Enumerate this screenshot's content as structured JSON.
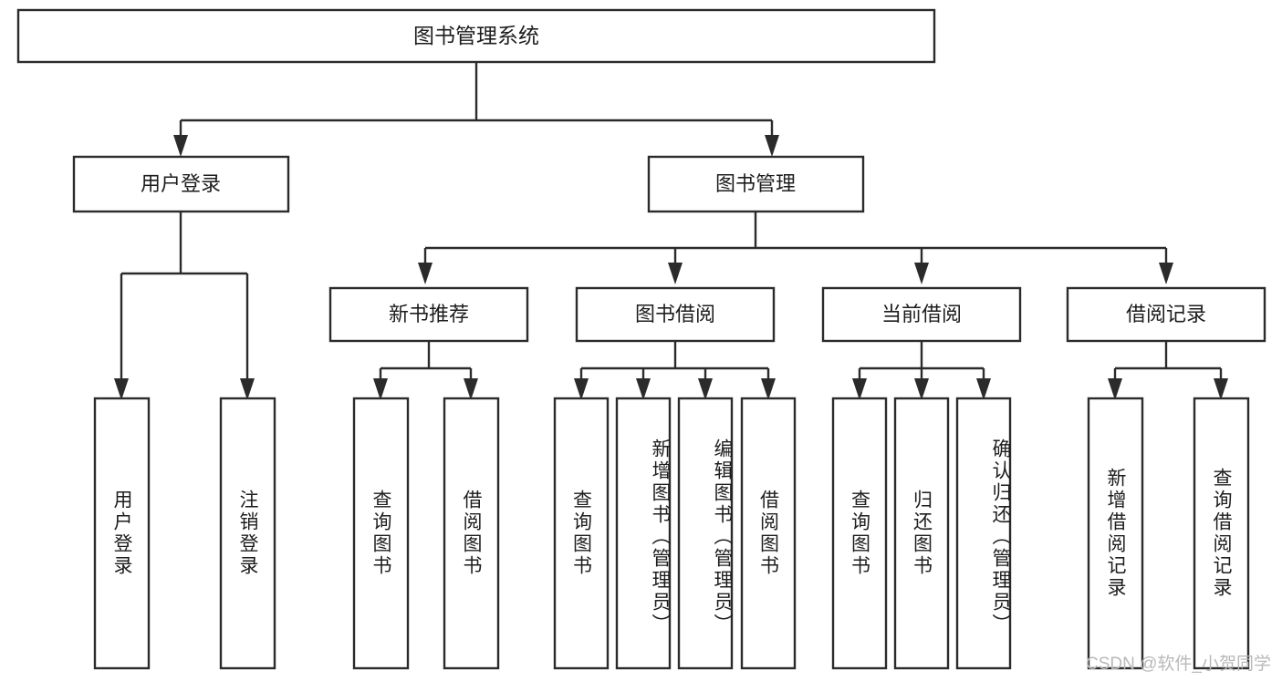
{
  "diagram": {
    "type": "tree-hierarchy",
    "orientation": "top-down",
    "root": {
      "label": "图书管理系统"
    },
    "level1": [
      {
        "label": "用户登录"
      },
      {
        "label": "图书管理"
      }
    ],
    "level2": [
      {
        "label": "新书推荐"
      },
      {
        "label": "图书借阅"
      },
      {
        "label": "当前借阅"
      },
      {
        "label": "借阅记录"
      }
    ],
    "leaves": {
      "user_login": [
        {
          "label": "用户登录"
        },
        {
          "label": "注销登录"
        }
      ],
      "new_book_recommend": [
        {
          "label": "查询图书"
        },
        {
          "label": "借阅图书"
        }
      ],
      "book_borrow": [
        {
          "label": "查询图书"
        },
        {
          "label": "新增图书（管理员）"
        },
        {
          "label": "编辑图书（管理员）"
        },
        {
          "label": "借阅图书"
        }
      ],
      "current_borrow": [
        {
          "label": "查询图书"
        },
        {
          "label": "归还图书"
        },
        {
          "label": "确认归还（管理员）"
        }
      ],
      "borrow_record": [
        {
          "label": "新增借阅记录"
        },
        {
          "label": "查询借阅记录"
        }
      ]
    }
  },
  "watermark": {
    "text": "CSDN @软件_小贺同学"
  },
  "colors": {
    "box_stroke": "#2b2b2b",
    "box_fill": "#ffffff",
    "text": "#1d1d1d",
    "watermark": "#b9b9b9",
    "background": "#ffffff"
  }
}
